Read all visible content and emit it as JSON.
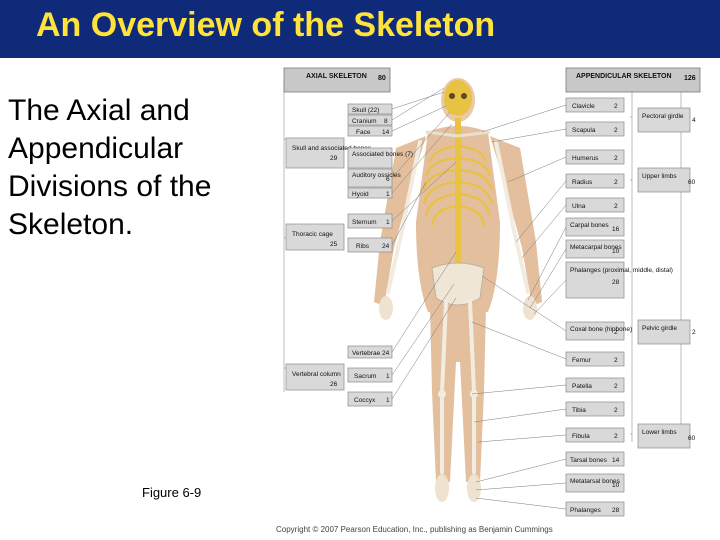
{
  "slide": {
    "title": "An Overview of the Skeleton",
    "body": "The Axial and Appendicular Divisions of the Skeleton.",
    "caption": "Figure 6-9",
    "copyright": "Copyright © 2007 Pearson Education, Inc., publishing as Benjamin Cummings"
  },
  "figure": {
    "axial_header": {
      "label": "AXIAL SKELETON",
      "count": "80"
    },
    "appendicular_header": {
      "label": "APPENDICULAR SKELETON",
      "count": "126"
    },
    "axial_groups": [
      {
        "label": "Skull and associated bones",
        "count": "29"
      },
      {
        "label": "Thoracic cage",
        "count": "25"
      },
      {
        "label": "Vertebral column",
        "count": "26"
      }
    ],
    "axial_items": [
      {
        "label": "Skull (22)",
        "count": ""
      },
      {
        "label": "Cranium",
        "count": "8"
      },
      {
        "label": "Face",
        "count": "14"
      },
      {
        "label": "Associated bones (7)",
        "count": ""
      },
      {
        "label": "Auditory ossicles",
        "count": "6"
      },
      {
        "label": "Hyoid",
        "count": "1"
      },
      {
        "label": "Sternum",
        "count": "1"
      },
      {
        "label": "Ribs",
        "count": "24"
      },
      {
        "label": "Vertebrae",
        "count": "24"
      },
      {
        "label": "Sacrum",
        "count": "1"
      },
      {
        "label": "Coccyx",
        "count": "1"
      }
    ],
    "appendicular_items": [
      {
        "label": "Clavicle",
        "count": "2"
      },
      {
        "label": "Scapula",
        "count": "2"
      },
      {
        "label": "Humerus",
        "count": "2"
      },
      {
        "label": "Radius",
        "count": "2"
      },
      {
        "label": "Ulna",
        "count": "2"
      },
      {
        "label": "Carpal bones",
        "count": "16"
      },
      {
        "label": "Metacarpal bones",
        "count": "10"
      },
      {
        "label": "Phalanges (proximal, middle, distal)",
        "count": "28"
      },
      {
        "label": "Coxal bone (hipbone)",
        "count": "2"
      },
      {
        "label": "Femur",
        "count": "2"
      },
      {
        "label": "Patella",
        "count": "2"
      },
      {
        "label": "Tibia",
        "count": "2"
      },
      {
        "label": "Fibula",
        "count": "2"
      },
      {
        "label": "Tarsal bones",
        "count": "14"
      },
      {
        "label": "Metatarsal bones",
        "count": "10"
      },
      {
        "label": "Phalanges",
        "count": "28"
      }
    ],
    "appendicular_groups": [
      {
        "label": "Pectoral girdle",
        "count": "4"
      },
      {
        "label": "Upper limbs",
        "count": "60"
      },
      {
        "label": "Pelvic girdle",
        "count": "2"
      },
      {
        "label": "Lower limbs",
        "count": "60"
      }
    ]
  }
}
